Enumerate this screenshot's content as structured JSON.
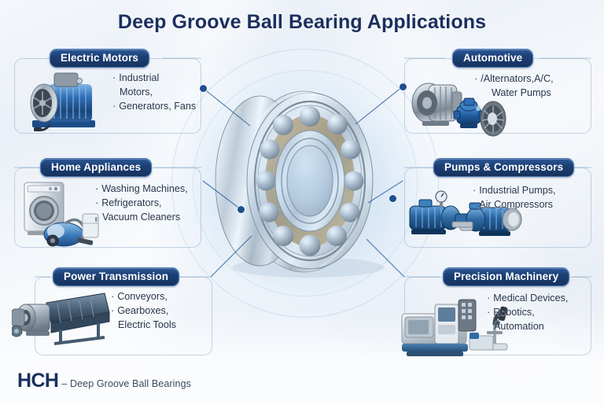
{
  "title": "Deep Groove Ball Bearing Applications",
  "center": {
    "subject": "deep-groove-ball-bearing",
    "alt": "Deep groove ball bearing cutaway render"
  },
  "colors": {
    "title": "#1b2f5e",
    "badge_start": "#2c5896",
    "badge_end": "#16325e",
    "badge_text": "#ffffff",
    "bullet_text": "#27354b",
    "connector": "#1d4f8f",
    "card_border": "#96b0ce",
    "background": "#eef2f7"
  },
  "cards": [
    {
      "id": "electric-motors",
      "badge": "Electric Motors",
      "bullets": [
        "Industrial",
        "Generators, Fans"
      ],
      "lines": [
        "Industrial",
        "Motors,",
        "Generators, Fans"
      ],
      "artwork": "electric-motor-image"
    },
    {
      "id": "automotive",
      "badge": "Automotive",
      "bullets": [
        "/Alternators,A/C,"
      ],
      "lines": [
        "/Alternators,A/C,",
        "Water Pumps"
      ],
      "artwork": "automotive-parts-image"
    },
    {
      "id": "home-appliances",
      "badge": "Home Appliances",
      "bullets": [
        "Washing Machines,",
        "Refrigerators,"
      ],
      "lines": [
        "Washing Machines,",
        "Refrigerators,",
        "Vacuum Cleaners"
      ],
      "artwork": "home-appliances-image"
    },
    {
      "id": "pumps-compressors",
      "badge": "Pumps & Compressors",
      "bullets": [
        "Industrial Pumps,",
        "Air Compressors"
      ],
      "lines": [
        "Industrial Pumps,",
        "Air Compressors"
      ],
      "artwork": "pumps-compressors-image"
    },
    {
      "id": "power-transmission",
      "badge": "Power Transmission",
      "bullets": [
        "Conveyors,",
        "Gearboxes,"
      ],
      "lines": [
        "Conveyors,",
        "Gearboxes,",
        "Electric Tools"
      ],
      "artwork": "power-transmission-image"
    },
    {
      "id": "precision-machinery",
      "badge": "Precision Machinery",
      "bullets": [
        "Medical Devices,",
        "Robotics,"
      ],
      "lines": [
        "Medical Devices,",
        "Robotics,",
        "Automation"
      ],
      "artwork": "precision-machinery-image"
    }
  ],
  "bullet_glyph": "·",
  "footer": {
    "logo": "HCH",
    "tagline": "– Deep Groove Ball Bearings"
  }
}
